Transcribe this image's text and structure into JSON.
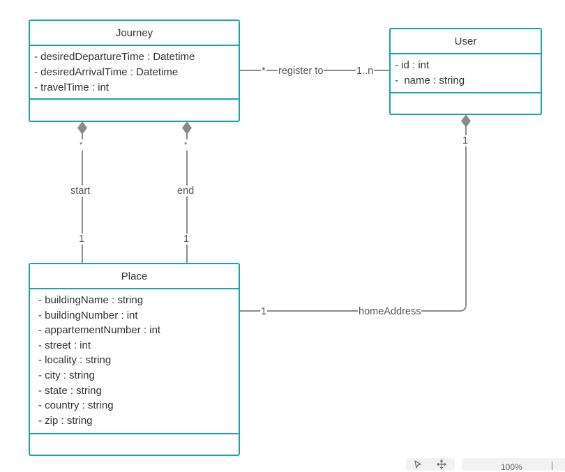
{
  "classes": {
    "journey": {
      "name": "Journey",
      "attributes": [
        "- desiredDepartureTime : Datetime",
        "- desiredArrivalTime : Datetime",
        "- travelTime : int"
      ]
    },
    "user": {
      "name": "User",
      "attributes": [
        "- id : int",
        "-  name : string"
      ]
    },
    "place": {
      "name": "Place",
      "attributes": [
        "- buildingName : string",
        "- buildingNumber : int",
        "- appartementNumber : int",
        "- street : int",
        "- locality : string",
        "- city : string",
        "- state : string",
        "- country : string",
        "- zip : string"
      ]
    }
  },
  "associations": {
    "register": {
      "source_mult": "*",
      "label": "register to",
      "target_mult": "1..n"
    },
    "start": {
      "source_mult": "*",
      "label": "start",
      "target_mult": "1"
    },
    "end": {
      "source_mult": "*",
      "label": "end",
      "target_mult": "1"
    },
    "home": {
      "source_mult": "1",
      "label": "homeAddress",
      "target_mult": "1"
    }
  },
  "toolbar": {
    "zoom_text": "100%",
    "pointer_icon": "cursor-arrow-icon",
    "pan_icon": "move-arrows-icon"
  },
  "colors": {
    "class_border": "#16a6a6",
    "connector": "#8a8a8a",
    "text": "#333333"
  }
}
